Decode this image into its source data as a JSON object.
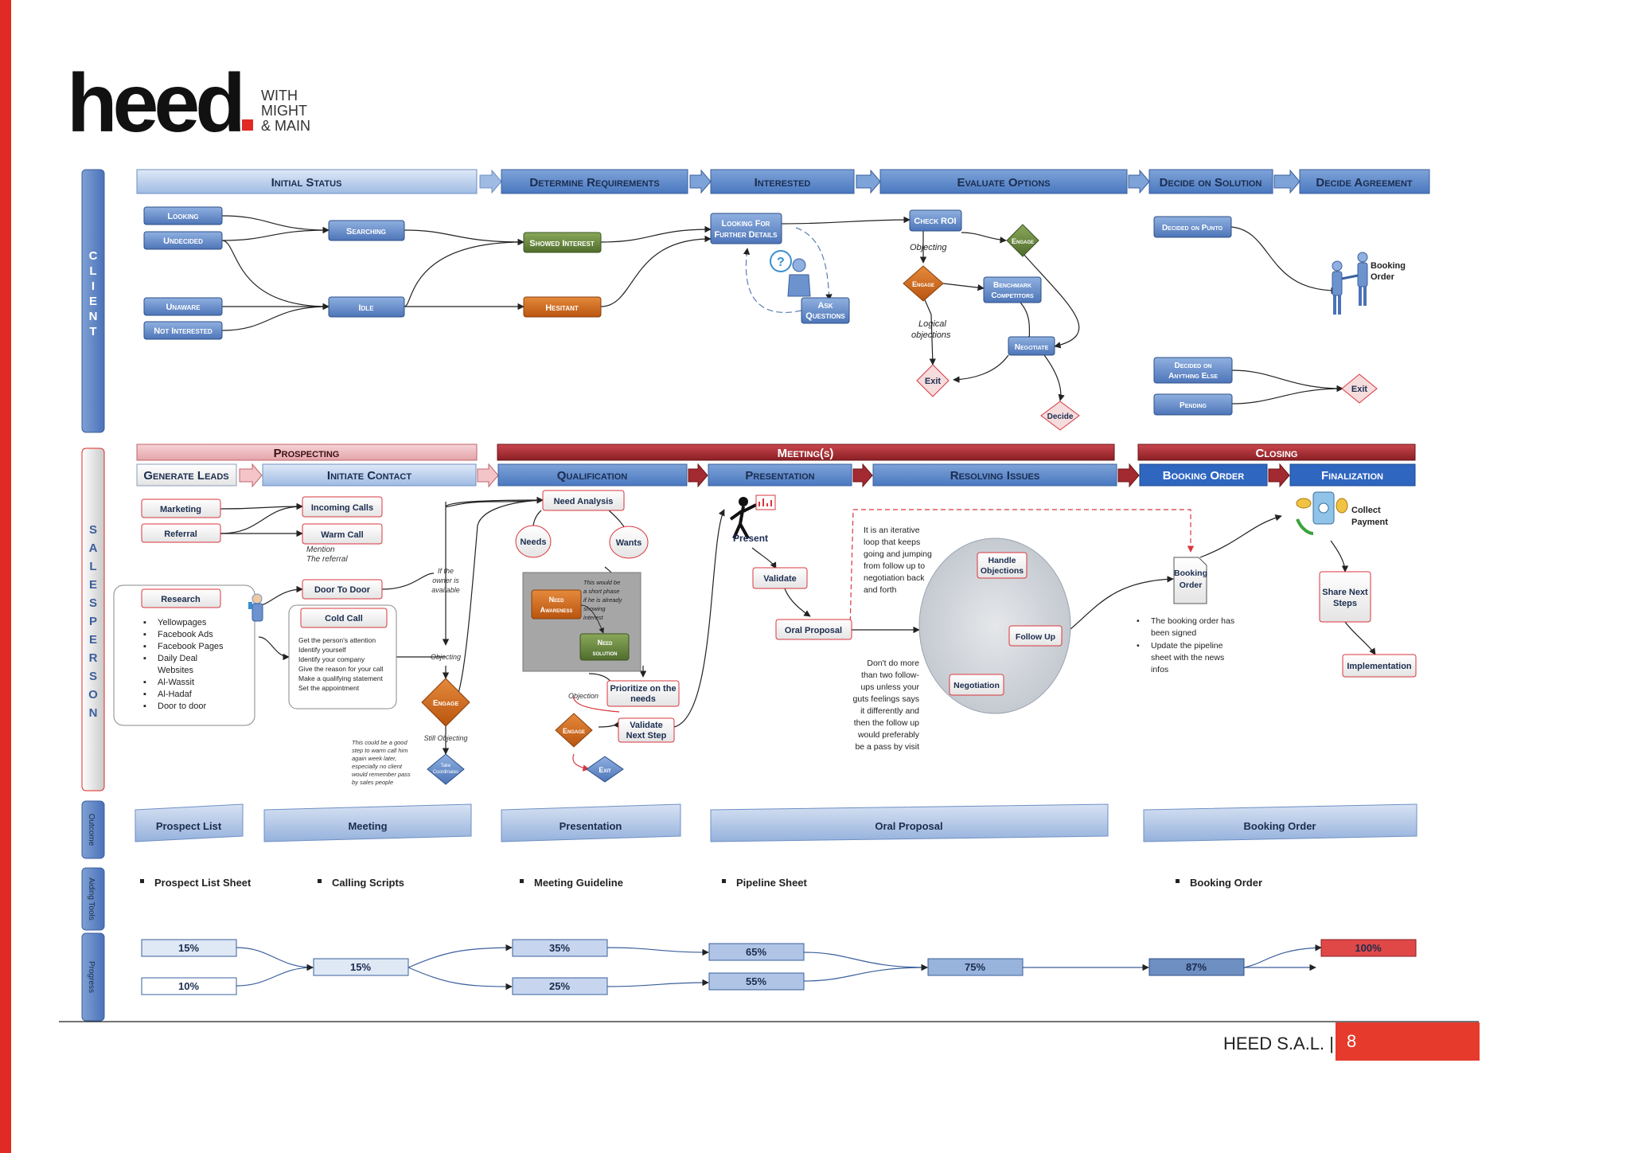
{
  "brand": {
    "logo_text": "heed",
    "tagline": [
      "WITH",
      "MIGHT",
      "& MAIN"
    ]
  },
  "lanes": {
    "client": "C L I E N T",
    "salesperson": "S A L E S P E R S O N",
    "outcome": "Outcome",
    "aiding_tools": "Aiding Tools",
    "progress": "Progress"
  },
  "client_headers": [
    "Initial Status",
    "Determine Requirements",
    "Interested",
    "Evaluate Options",
    "Decide on Solution",
    "Decide Agreement"
  ],
  "client_nodes": {
    "looking": "Looking",
    "undecided": "Undecided",
    "searching": "Searching",
    "unaware": "Unaware",
    "not_interested": "Not Interested",
    "idle": "Idle",
    "showed_interest": "Showed Interest",
    "hesitant": "Hesitant",
    "looking_further_1": "Looking For",
    "looking_further_2": "Further Details",
    "ask_questions_1": "Ask",
    "ask_questions_2": "Questions",
    "check_roi": "Check ROI",
    "objecting": "Objecting",
    "engage_a": "Engage",
    "engage_b": "Engage",
    "benchmark_1": "Benchmark",
    "benchmark_2": "Competitors",
    "logical_1": "Logical",
    "logical_2": "objections",
    "negotiate": "Negotiate",
    "exit": "Exit",
    "decide": "Decide",
    "decided_punto": "Decided on Punto",
    "booking_order_1": "Booking",
    "booking_order_2": "Order",
    "decided_else_1": "Decided on",
    "decided_else_2": "Anything Else",
    "pending": "Pending",
    "exit2": "Exit"
  },
  "phases": {
    "prospecting": "Prospecting",
    "meetings": "Meeting(s)",
    "closing": "Closing"
  },
  "sales_headers": [
    "Generate Leads",
    "Initiate Contact",
    "Qualification",
    "Presentation",
    "Resolving Issues",
    "Booking Order",
    "Finalization"
  ],
  "sales_nodes": {
    "marketing": "Marketing",
    "referral": "Referral",
    "incoming_calls": "Incoming Calls",
    "warm_call": "Warm Call",
    "mention_1": "Mention",
    "mention_2": "The referral",
    "research": "Research",
    "research_list": [
      "Yellowpages",
      "Facebook Ads",
      "Facebook Pages",
      "Daily Deal",
      "Websites",
      "Al-Wassit",
      "Al-Hadaf",
      "Door to door"
    ],
    "door_to_door": "Door To Door",
    "cold_call": "Cold Call",
    "cold_call_list": [
      "Get the person's attention",
      "Identify yourself",
      "Identify your company",
      "Give the reason for your call",
      "Make a qualifying statement",
      "Set the appointment"
    ],
    "if_owner": [
      "If the",
      "owner is",
      "available"
    ],
    "objecting": "Objecting",
    "engage": "Engage",
    "still_objecting": "Still Objecting",
    "good_step": [
      "This could be a good",
      "step to warm call him",
      "again week later,",
      "especially no client",
      "would remember pass",
      "by sales people"
    ],
    "take_coord": [
      "Take",
      "Coordinates"
    ],
    "need_analysis": "Need Analysis",
    "needs": "Needs",
    "wants": "Wants",
    "need_awareness_1": "Need",
    "need_awareness_2": "Awareness",
    "short_phase": [
      "This would be",
      "a short phase",
      "if he is already",
      "showing",
      "interest"
    ],
    "need_solution_1": "Need",
    "need_solution_2": "solution",
    "prioritize_1": "Prioritize on the",
    "prioritize_2": "needs",
    "objection": "Objection",
    "engage2": "Engage",
    "validate_next_1": "Validate",
    "validate_next_2": "Next Step",
    "exit": "Exit",
    "present": "Present",
    "validate": "Validate",
    "oral_proposal": "Oral Proposal",
    "iterative": [
      "It is an iterative",
      "loop that keeps",
      "going and jumping",
      "from follow up to",
      "negotiation back",
      "and forth"
    ],
    "handle_1": "Handle",
    "handle_2": "Objections",
    "follow_up": "Follow Up",
    "negotiation": "Negotiation",
    "dont_do": [
      "Don't do more",
      "than two follow-",
      "ups unless your",
      "guts feelings says",
      "it differently and",
      "then the follow up",
      "would preferably",
      "be a pass by visit"
    ],
    "booking_1": "Booking",
    "booking_2": "Order",
    "booking_notes": [
      "The booking order has",
      "been signed",
      "Update the pipeline",
      "sheet with the news",
      "infos"
    ],
    "collect_1": "Collect",
    "collect_2": "Payment",
    "share_1": "Share Next",
    "share_2": "Steps",
    "implementation": "Implementation"
  },
  "outcomes": [
    "Prospect List",
    "Meeting",
    "Presentation",
    "Oral Proposal",
    "Booking Order"
  ],
  "tools": [
    "Prospect List Sheet",
    "Calling Scripts",
    "Meeting Guideline",
    "Pipeline Sheet",
    "Booking Order"
  ],
  "progress": {
    "p15a": "15%",
    "p10": "10%",
    "p15b": "15%",
    "p35": "35%",
    "p25": "25%",
    "p65": "65%",
    "p55": "55%",
    "p75": "75%",
    "p87": "87%",
    "p100": "100%"
  },
  "footer": {
    "company": "HEED S.A.L. |",
    "page": "8"
  }
}
